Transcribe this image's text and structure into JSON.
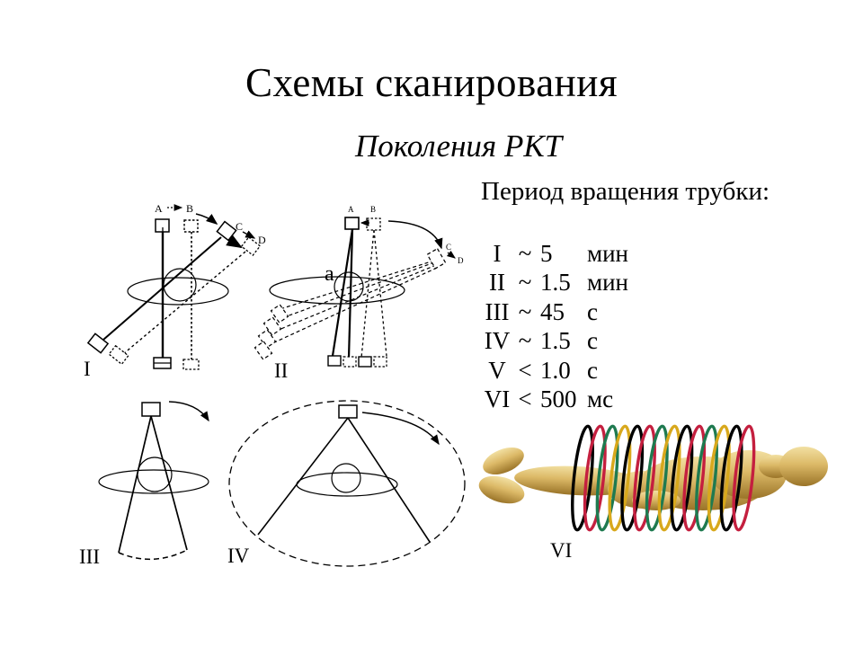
{
  "slide": {
    "title": "Схемы сканирования",
    "subtitle": "Поколения РКТ",
    "period_panel": {
      "heading": "Период вращения трубки:",
      "rows": [
        {
          "gen": "I",
          "op": "~",
          "value": "5",
          "unit": "мин"
        },
        {
          "gen": "II",
          "op": "~",
          "value": "1.5",
          "unit": "мин"
        },
        {
          "gen": "III",
          "op": "~",
          "value": "45",
          "unit": "с"
        },
        {
          "gen": "IV",
          "op": "~",
          "value": "1.5",
          "unit": "с"
        },
        {
          "gen": "V",
          "op": "<",
          "value": "1.0",
          "unit": "с"
        },
        {
          "gen": "VI",
          "op": "<",
          "value": "500",
          "unit": "мс"
        }
      ]
    },
    "diagrams": {
      "gen1": {
        "label": "I",
        "points": {
          "A": "A",
          "B": "B",
          "C": "C",
          "D": "D"
        }
      },
      "gen2": {
        "label": "II",
        "points": {
          "A": "A",
          "B": "B",
          "C": "C",
          "D": "D"
        },
        "fan_angle": "a"
      },
      "gen3": {
        "label": "III"
      },
      "gen4": {
        "label": "IV"
      },
      "gen6": {
        "label": "VI"
      }
    },
    "spiral": {
      "ring_count": 14,
      "colors": [
        "#000000",
        "#c41f3f",
        "#1f7a50",
        "#d8a81c"
      ],
      "body_color": "#d9b667"
    }
  }
}
